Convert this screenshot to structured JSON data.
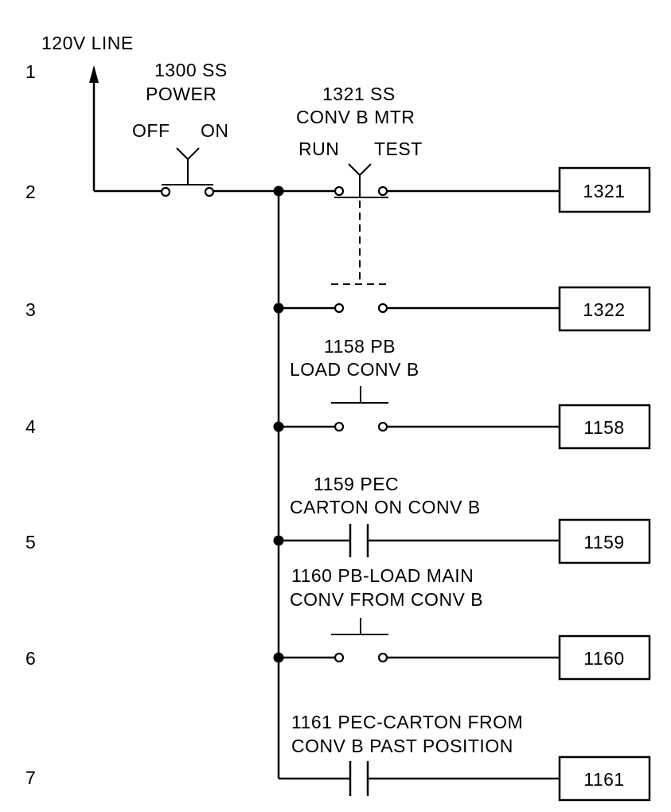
{
  "line_label": "120V LINE",
  "rungs": [
    {
      "number": "1"
    },
    {
      "number": "2",
      "output": "1321"
    },
    {
      "number": "3",
      "output": "1322"
    },
    {
      "number": "4",
      "output": "1158"
    },
    {
      "number": "5",
      "output": "1159"
    },
    {
      "number": "6",
      "output": "1160"
    },
    {
      "number": "7",
      "output": "1161"
    }
  ],
  "devices": {
    "power_switch": {
      "line1": "1300 SS",
      "line2": "POWER",
      "pos_off": "OFF",
      "pos_on": "ON"
    },
    "conv_b_motor_switch": {
      "line1": "1321 SS",
      "line2": "CONV B MTR",
      "pos_run": "RUN",
      "pos_test": "TEST"
    },
    "load_conv_b_pb": {
      "line1": "1158 PB",
      "line2": "LOAD CONV B"
    },
    "carton_on_conv_b_pec": {
      "line1": "1159 PEC",
      "line2": "CARTON ON CONV B"
    },
    "load_main_conv_pb": {
      "line1": "1160 PB-LOAD MAIN",
      "line2": "CONV FROM CONV B"
    },
    "carton_past_position_pec": {
      "line1": "1161 PEC-CARTON FROM",
      "line2": "CONV B PAST POSITION"
    }
  }
}
